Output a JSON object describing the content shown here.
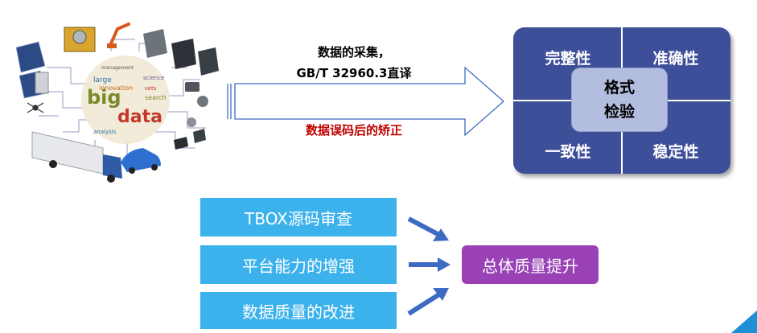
{
  "flow": {
    "caption_line1": "数据的采集，",
    "caption_line2": "GB/T 32960.3直译",
    "caption_correction": "数据误码后的矫正"
  },
  "quality_check": {
    "top_left": "完整性",
    "top_right": "准确性",
    "bottom_left": "一致性",
    "bottom_right": "稳定性",
    "center_line1": "格式",
    "center_line2": "检验",
    "panel_color": "#3d4f99",
    "center_color": "#b3bddf"
  },
  "actions": [
    {
      "label": "TBOX源码审查"
    },
    {
      "label": "平台能力的增强"
    },
    {
      "label": "数据质量的改进"
    }
  ],
  "result": {
    "label": "总体质量提升",
    "color": "#9a41b6"
  },
  "colors": {
    "action_box": "#3cb2ec",
    "arrow": "#3d6bc4",
    "correction_text": "#c00000"
  },
  "illustration": {
    "words": [
      "big",
      "data",
      "large",
      "innovation",
      "management",
      "science",
      "analysis",
      "search",
      "sets"
    ]
  }
}
